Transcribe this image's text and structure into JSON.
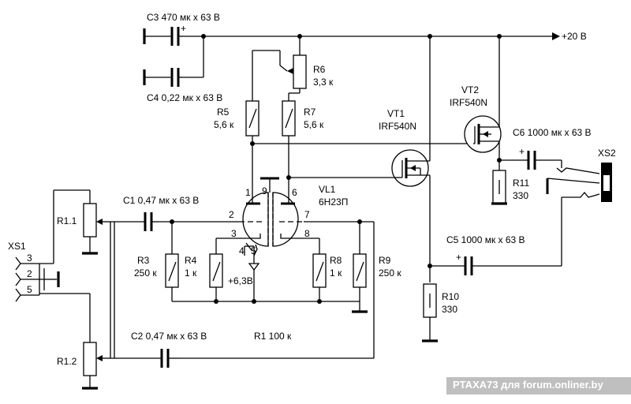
{
  "labels": {
    "c3": "C3  470 мк х 63 В",
    "c4": "C4 0,22 мк х 63 В",
    "c3_plus": "+",
    "supply": "+20 В",
    "r6_name": "R6",
    "r6_val": "3,3 к",
    "r5_name": "R5",
    "r5_val": "5,6 к",
    "r7_name": "R7",
    "r7_val": "5,6 к",
    "vt1_name": "VT1",
    "vt1_type": "IRF540N",
    "vt2_name": "VT2",
    "vt2_type": "IRF540N",
    "c6": "C6 1000 мк х 63 В",
    "c6_plus": "+",
    "xs2": "XS2",
    "r11_name": "R11",
    "r11_val": "330",
    "vl1_name": "VL1",
    "vl1_type": "6Н23П",
    "r1_1": "R1.1",
    "c1": "C1 0,47 мк х 63 В",
    "xs1": "XS1",
    "xs1_pin3": "3",
    "xs1_pin2": "2",
    "xs1_pin5": "5",
    "r3_name": "R3",
    "r3_val": "250 к",
    "r4_name": "R4",
    "r4_val": "1 к",
    "heater": "+6,3В",
    "r8_name": "R8",
    "r8_val": "1 к",
    "r9_name": "R9",
    "r9_val": "250 к",
    "c5": "C5 1000 мк х 63 В",
    "c5_plus": "+",
    "r10_name": "R10",
    "r10_val": "330",
    "c2": "C2 0,47 мк х 63 В",
    "r1": "R1 100 к",
    "r1_2": "R1.2",
    "pin1": "1",
    "pin9": "9",
    "pin6": "6",
    "pin2": "2",
    "pin7": "7",
    "pin3": "3",
    "pin8": "8",
    "pin4": "4",
    "pin5": "5"
  },
  "watermark": "PTAXA73 для forum.onliner.by"
}
